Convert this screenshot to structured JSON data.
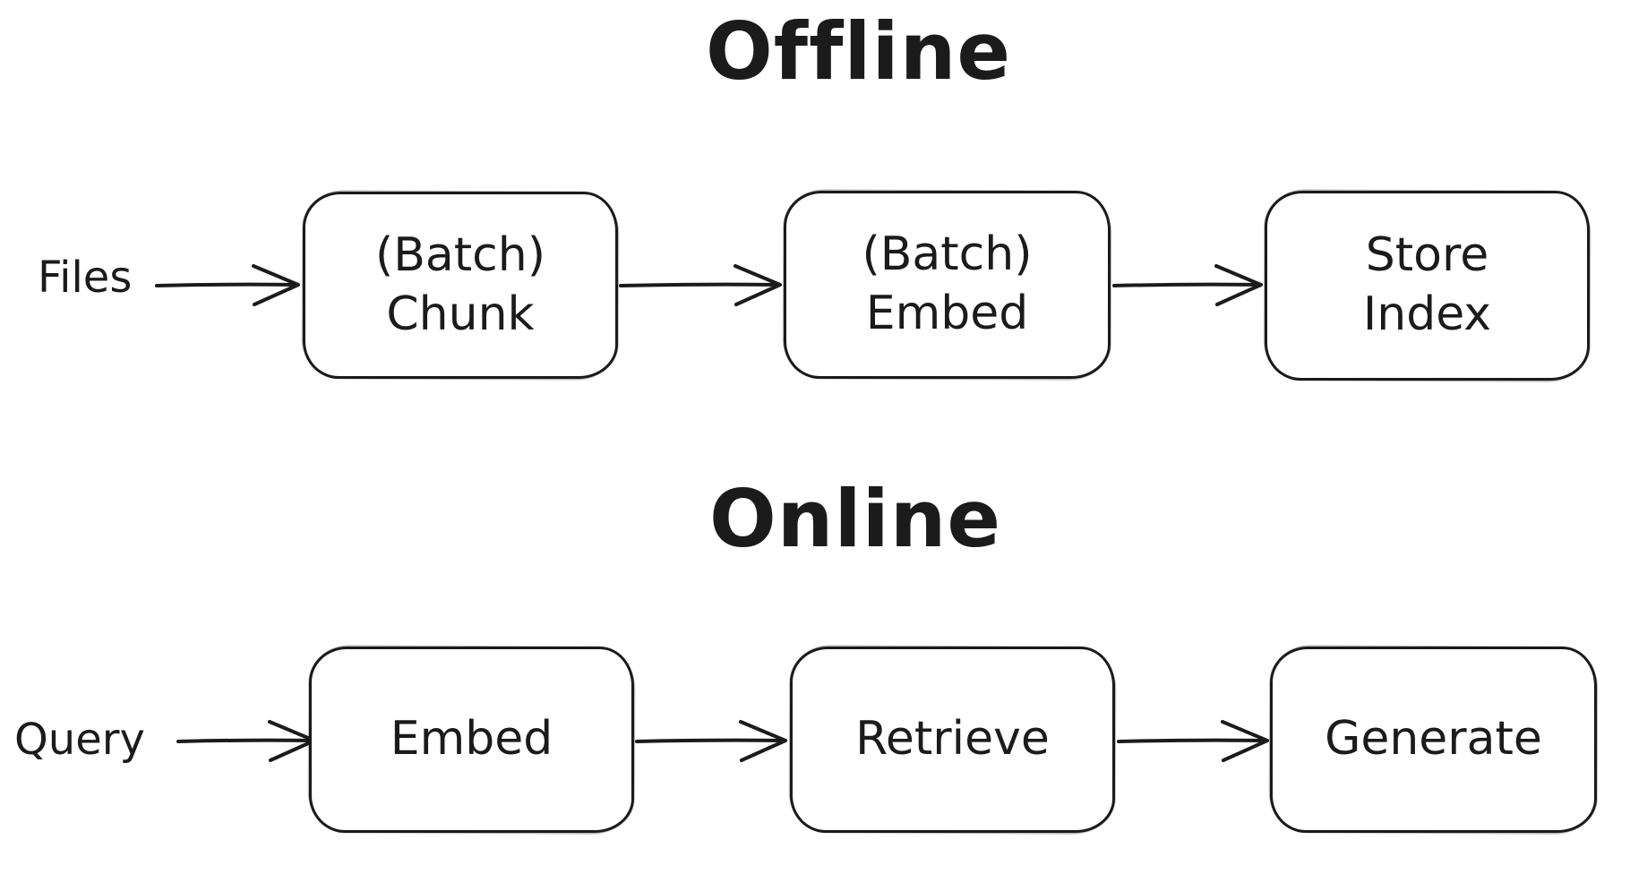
{
  "diagram": {
    "type": "flowchart",
    "colors": {
      "stroke": "#1b1b1b",
      "background": "#ffffff"
    },
    "sections": [
      {
        "title": "Offline",
        "source_label": "Files",
        "nodes": [
          {
            "label": "(Batch)\nChunk"
          },
          {
            "label": "(Batch)\nEmbed"
          },
          {
            "label": "Store\nIndex"
          }
        ]
      },
      {
        "title": "Online",
        "source_label": "Query",
        "nodes": [
          {
            "label": "Embed"
          },
          {
            "label": "Retrieve"
          },
          {
            "label": "Generate"
          }
        ]
      }
    ]
  }
}
